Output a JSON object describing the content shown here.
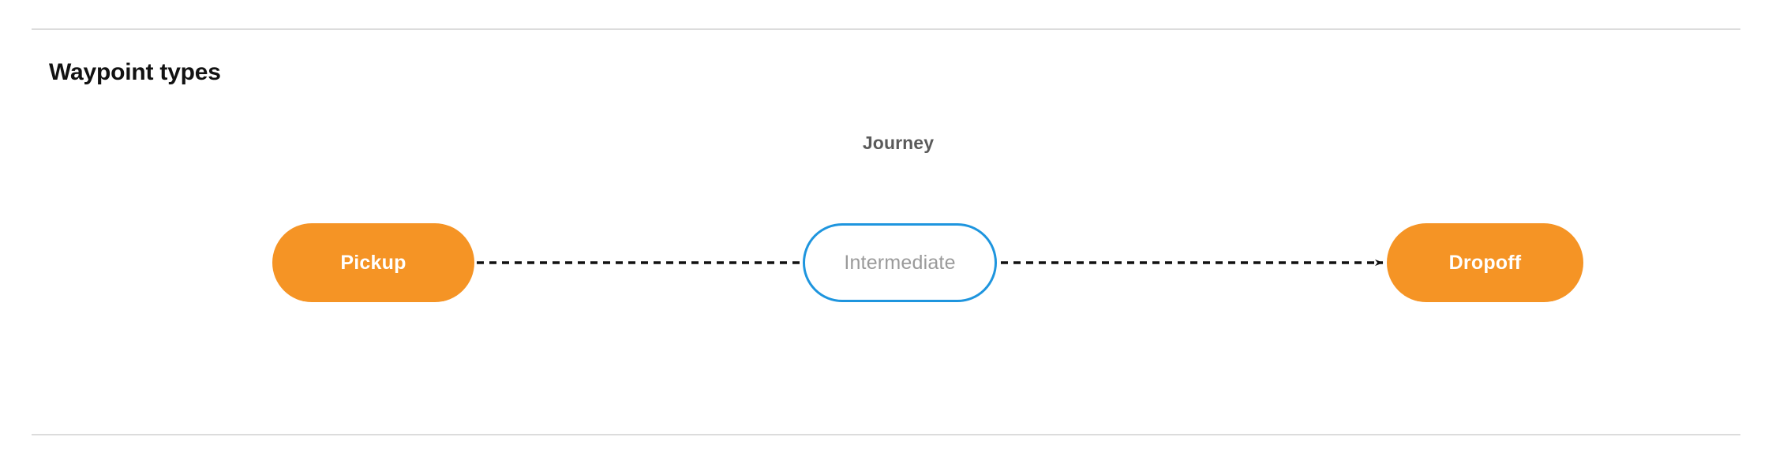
{
  "page": {
    "title": "Waypoint types",
    "background": "#ffffff"
  },
  "colors": {
    "divider": "#dcdcdc",
    "title_text": "#121212",
    "terminal_node_fill": "#f59425",
    "terminal_node_text": "#ffffff",
    "intermediate_node_fill": "#ffffff",
    "intermediate_node_border": "#1e95de",
    "intermediate_node_text": "#9a9a9a",
    "journey_label_text": "#5a5a5a",
    "connector": "#111111"
  },
  "diagram": {
    "group_label": "Journey",
    "nodes": [
      {
        "id": "pickup",
        "label": "Pickup",
        "type": "terminal",
        "shape": "pill"
      },
      {
        "id": "intermediate",
        "label": "Intermediate",
        "type": "intermediate",
        "shape": "pill"
      },
      {
        "id": "dropoff",
        "label": "Dropoff",
        "type": "terminal",
        "shape": "pill"
      }
    ],
    "connectors": [
      {
        "from": "pickup",
        "to": "intermediate",
        "style": "dashed",
        "arrow": false
      },
      {
        "from": "intermediate",
        "to": "dropoff",
        "style": "dashed",
        "arrow": true
      }
    ]
  }
}
